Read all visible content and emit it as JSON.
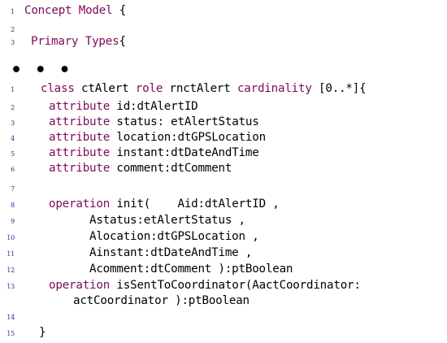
{
  "lines": [
    {
      "ln": "1",
      "parts": [
        {
          "t": "kw",
          "s": "Concept Model"
        },
        {
          "t": "tx",
          "s": " {"
        }
      ]
    },
    {
      "ln": "2",
      "parts": []
    },
    {
      "ln": "3",
      "parts": [
        {
          "t": "kw",
          "s": "Primary Types"
        },
        {
          "t": "tx",
          "s": "{"
        }
      ]
    },
    {
      "ln": "1",
      "parts": [
        {
          "t": "kw",
          "s": "class"
        },
        {
          "t": "tx",
          "s": " ctAlert "
        },
        {
          "t": "kw",
          "s": "role"
        },
        {
          "t": "tx",
          "s": " rnctAlert "
        },
        {
          "t": "kw",
          "s": "cardinality"
        },
        {
          "t": "tx",
          "s": " [0..*]{"
        }
      ]
    },
    {
      "ln": "2",
      "parts": [
        {
          "t": "kw",
          "s": "attribute"
        },
        {
          "t": "tx",
          "s": " id:dtAlertID"
        }
      ]
    },
    {
      "ln": "3",
      "parts": [
        {
          "t": "kw",
          "s": "attribute"
        },
        {
          "t": "tx",
          "s": " status: etAlertStatus"
        }
      ]
    },
    {
      "ln": "4",
      "parts": [
        {
          "t": "kw",
          "s": "attribute"
        },
        {
          "t": "tx",
          "s": " location:dtGPSLocation"
        }
      ]
    },
    {
      "ln": "5",
      "parts": [
        {
          "t": "kw",
          "s": "attribute"
        },
        {
          "t": "tx",
          "s": " instant:dtDateAndTime"
        }
      ]
    },
    {
      "ln": "6",
      "parts": [
        {
          "t": "kw",
          "s": "attribute"
        },
        {
          "t": "tx",
          "s": " comment:dtComment"
        }
      ]
    },
    {
      "ln": "7",
      "parts": []
    },
    {
      "ln": "8",
      "parts": [
        {
          "t": "kw",
          "s": "operation"
        },
        {
          "t": "tx",
          "s": " init(    Aid:dtAlertID ,"
        }
      ]
    },
    {
      "ln": "9",
      "parts": [
        {
          "t": "tx",
          "s": "Astatus:etAlertStatus ,"
        }
      ]
    },
    {
      "ln": "10",
      "parts": [
        {
          "t": "tx",
          "s": "Alocation:dtGPSLocation ,"
        }
      ]
    },
    {
      "ln": "11",
      "parts": [
        {
          "t": "tx",
          "s": "Ainstant:dtDateAndTime ,"
        }
      ]
    },
    {
      "ln": "12",
      "parts": [
        {
          "t": "tx",
          "s": "Acomment:dtComment ):ptBoolean"
        }
      ]
    },
    {
      "ln": "13",
      "parts": [
        {
          "t": "kw",
          "s": "operation"
        },
        {
          "t": "tx",
          "s": " isSentToCoordinator(AactCoordinator:"
        }
      ]
    },
    {
      "ln": "",
      "parts": [
        {
          "t": "tx",
          "s": "actCoordinator ):ptBoolean"
        }
      ]
    },
    {
      "ln": "14",
      "parts": []
    },
    {
      "ln": "15",
      "parts": [
        {
          "t": "tx",
          "s": "}"
        }
      ]
    }
  ],
  "ellipsis": "• • •",
  "colors": {
    "keyword": "#7d0a5a",
    "text": "#000000",
    "line_number": "#1f3a8a"
  }
}
